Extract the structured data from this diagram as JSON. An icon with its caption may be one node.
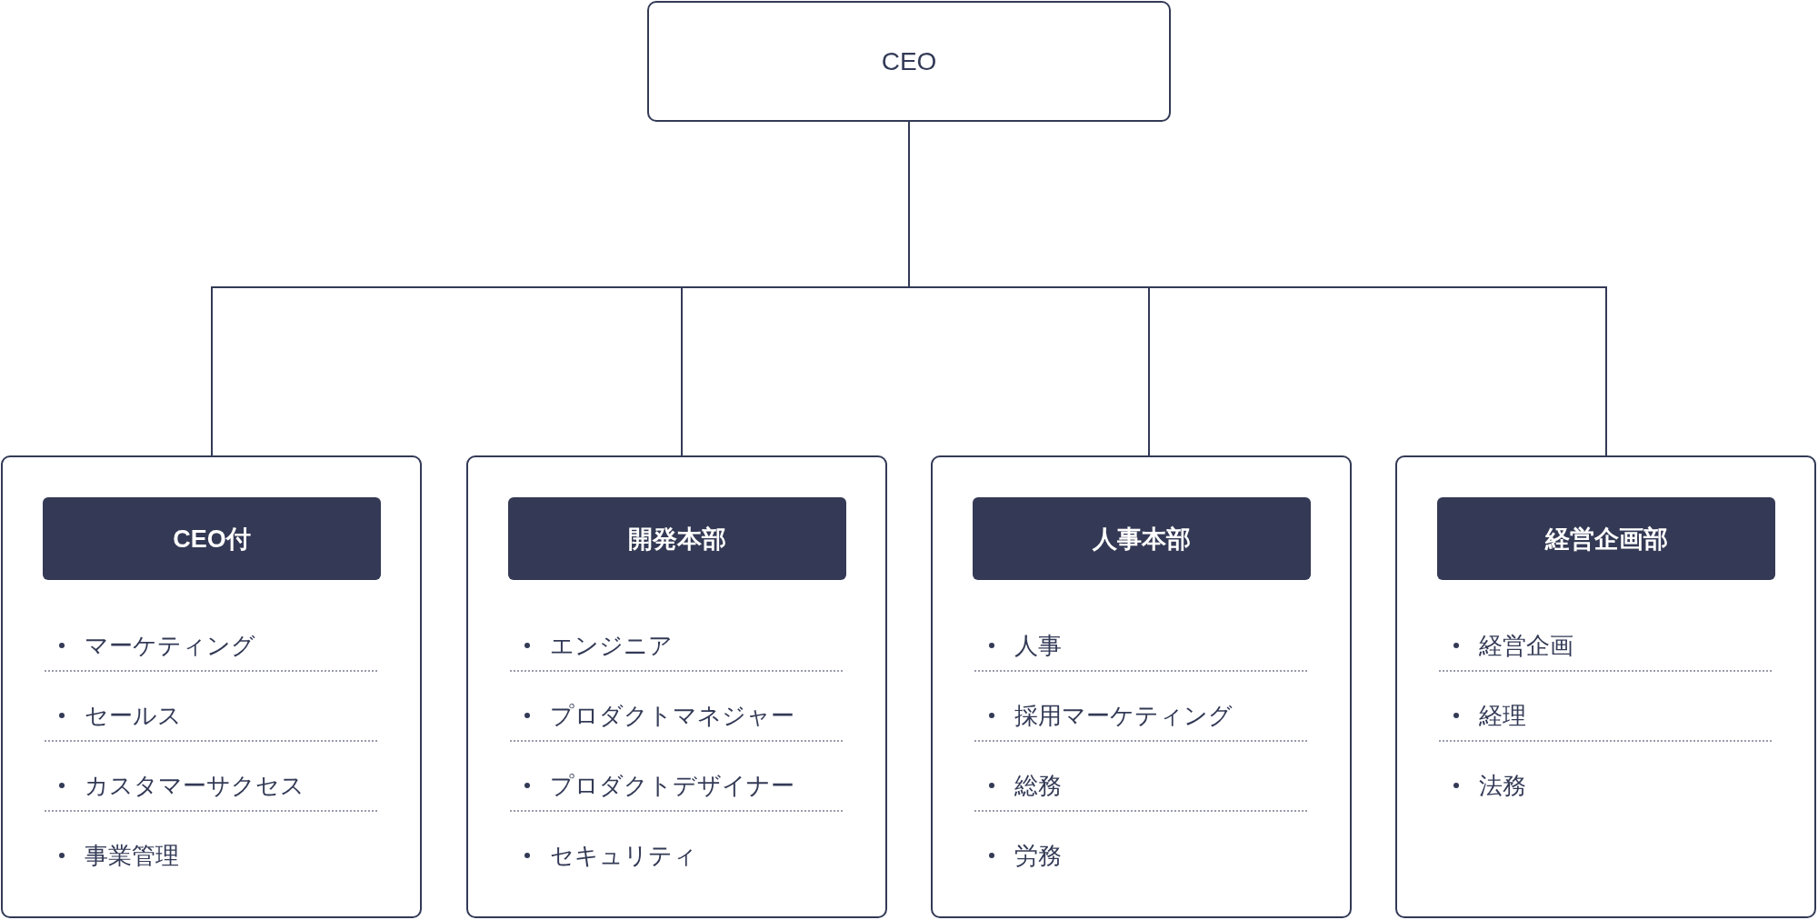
{
  "diagram": {
    "nodes": [
      {
        "text": [
          "CEO"
        ]
      },
      {
        "text": [
          "CEO付",
          "マーケティング",
          "セールス",
          "カスタマーサクセス",
          "事業管理"
        ]
      },
      {
        "text": [
          "開発本部",
          "エンジニア",
          "プロダクトマネジャー",
          "プロダクトデザイナー",
          "セキュリティ"
        ]
      },
      {
        "text": [
          "人事本部",
          "人事",
          "採用マーケティング",
          "総務",
          "労務"
        ]
      },
      {
        "text": [
          "経営企画部",
          "経営企画",
          "経理",
          "法務"
        ]
      }
    ],
    "edges": [
      {
        "from": 0,
        "to": 1,
        "arrow": "none"
      },
      {
        "from": 0,
        "to": 2,
        "arrow": "none"
      },
      {
        "from": 0,
        "to": 3,
        "arrow": "none"
      },
      {
        "from": 0,
        "to": 4,
        "arrow": "none"
      }
    ]
  }
}
